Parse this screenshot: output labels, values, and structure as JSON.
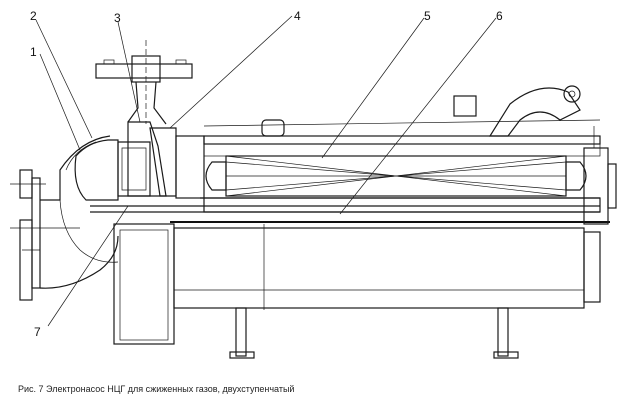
{
  "figure": {
    "caption": "Рис. 7   Электронасос НЦГ для сжиженных газов, двухступенчатый",
    "callouts": [
      "1",
      "2",
      "3",
      "4",
      "5",
      "6",
      "7"
    ]
  }
}
